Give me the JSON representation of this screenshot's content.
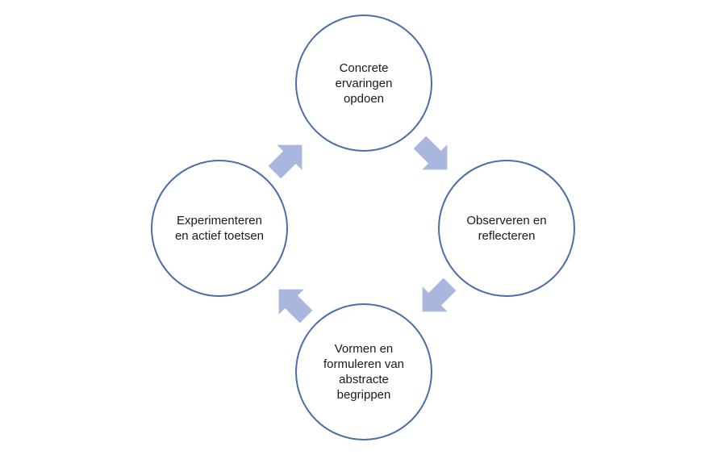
{
  "colors": {
    "circle_border": "#4a6ea8",
    "arrow_fill": "#a9b7df",
    "text": "#1a1a1a"
  },
  "nodes": [
    {
      "label": "Concrete\nervaringen\nopdoen"
    },
    {
      "label": "Observeren en\nreflecteren"
    },
    {
      "label": "Vormen en\nformuleren van\nabstracte\nbegrippen"
    },
    {
      "label": "Experimenteren\nen actief toetsen"
    }
  ],
  "arrows": [
    {
      "from": "Concrete ervaringen opdoen",
      "to": "Observeren en reflecteren",
      "icon": "arrow-down-right-icon"
    },
    {
      "from": "Observeren en reflecteren",
      "to": "Vormen en formuleren van abstracte begrippen",
      "icon": "arrow-down-left-icon"
    },
    {
      "from": "Vormen en formuleren van abstracte begrippen",
      "to": "Experimenteren en actief toetsen",
      "icon": "arrow-up-left-icon"
    },
    {
      "from": "Experimenteren en actief toetsen",
      "to": "Concrete ervaringen opdoen",
      "icon": "arrow-up-right-icon"
    }
  ]
}
